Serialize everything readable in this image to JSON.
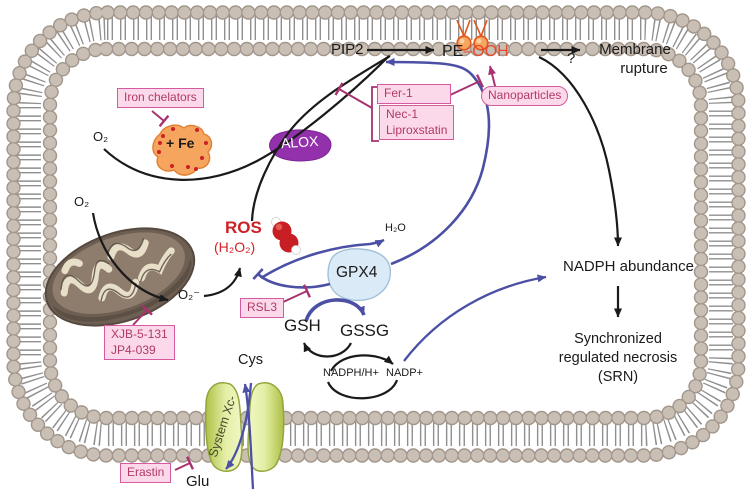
{
  "labels": {
    "pip2": "PIP2",
    "pe": "PE",
    "dash": "–",
    "ooh": "OOH",
    "membrane_rupture_1": "Membrane",
    "membrane_rupture_2": "rupture",
    "question": "?",
    "o2_top": "O₂",
    "o2_mid": "O₂",
    "o2_minus": "O₂⁻",
    "ros": "ROS",
    "h2o2": "(H₂O₂)",
    "h2o": "H₂O",
    "alox": "ALOX",
    "gpx4": "GPX4",
    "plus_fe": "+ Fe",
    "gsh": "GSH",
    "gssg": "GSSG",
    "nadph_h": "NADPH/H+",
    "nadp": "NADP+",
    "nadph_abundance": "NADPH abundance",
    "srn_1": "Synchronized",
    "srn_2": "regulated necrosis",
    "srn_3": "(SRN)",
    "cys": "Cys",
    "glu": "Glu",
    "system_xc": "System Xc-"
  },
  "boxes": {
    "iron_chelators": "Iron chelators",
    "fer1": "Fer-1",
    "nec1_line1": "Nec-1",
    "nec1_line2": "Liproxstatin",
    "nanoparticles": "Nanoparticles",
    "rsl3": "RSL3",
    "xjb_line1": "XJB-5-131",
    "xjb_line2": "JP4-039",
    "erastin": "Erastin"
  },
  "colors": {
    "membrane_bead": "#c9bfb5",
    "membrane_bead_outline": "#a2968b",
    "membrane_tail": "#8f8f8f",
    "pink_box_fill": "#fbd9ea",
    "pink_box_border": "#d55a9e",
    "pink_text": "#b13a67",
    "inhibition_line": "#a83270",
    "blue_arrow": "#4b50a5",
    "black_line": "#1a1a1a",
    "ros_red": "#cc2127",
    "ooh_orange": "#e8492a",
    "fe_blob": "#f6a55f",
    "alox_purple": "#9331ad",
    "gpx4_blue": "#daeaf7",
    "mitochondria_brown": "#6e5f53",
    "channel_green": "#c3d45c"
  }
}
